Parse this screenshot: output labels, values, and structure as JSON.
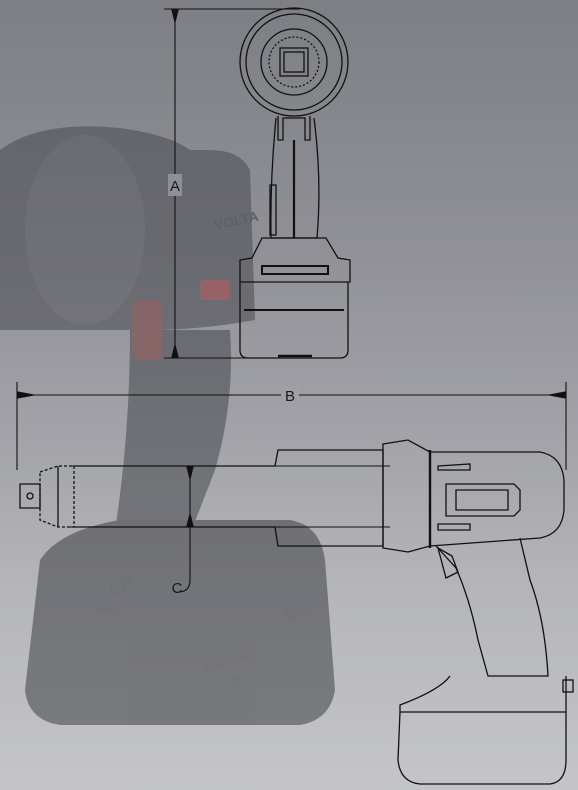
{
  "dimensions": {
    "height_label": "A",
    "length_label": "B",
    "axis_label": "C"
  },
  "background_watermark": {
    "brand": "VOLTA",
    "battery_tag": "LP",
    "battery_voltage": "18V",
    "hd_mark": "HD"
  },
  "colors": {
    "line": "#111111",
    "background_top": "#7d7f85",
    "background_bottom": "#c4c5c8",
    "watermark_accent": "#9b3a3a"
  },
  "icons": [
    "impact-wrench-front-view-drawing",
    "impact-wrench-side-view-drawing",
    "faded-tool-photo-background"
  ]
}
